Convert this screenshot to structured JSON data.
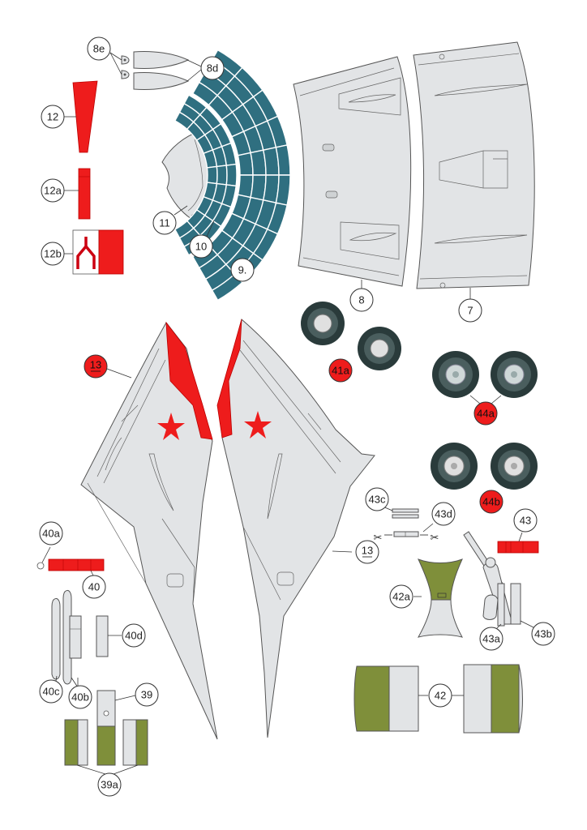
{
  "colors": {
    "paper": "#ffffff",
    "panel_grey": "#e2e4e6",
    "panel_line": "#6a6a6a",
    "insignia_red": "#ee1c1c",
    "canopy_teal": "#2f6f80",
    "canopy_teal_light": "#5fa0ae",
    "olive": "#7f8f3a",
    "tyre": "#2a3b3b"
  },
  "labels": {
    "l8e": "8e",
    "l8d": "8d",
    "l12": "12",
    "l12a": "12a",
    "l12b": "12b",
    "l11": "11",
    "l10": "10",
    "l9": "9.",
    "l8": "8",
    "l7": "7",
    "l13_left": "13",
    "l13_right": "13",
    "l41a": "41a",
    "l44a": "44a",
    "l44b": "44b",
    "l43c": "43c",
    "l43d": "43d",
    "l43": "43",
    "l40a": "40a",
    "l40": "40",
    "l40d": "40d",
    "l40c": "40c",
    "l40b": "40b",
    "l39": "39",
    "l39a": "39a",
    "l42a": "42a",
    "l43a": "43a",
    "l43b": "43b",
    "l42": "42"
  },
  "icons": {
    "scissors_left": "scissors-icon",
    "scissors_right": "scissors-icon",
    "star_left_wing": "red-star-insignia",
    "star_right_wing": "red-star-insignia"
  }
}
